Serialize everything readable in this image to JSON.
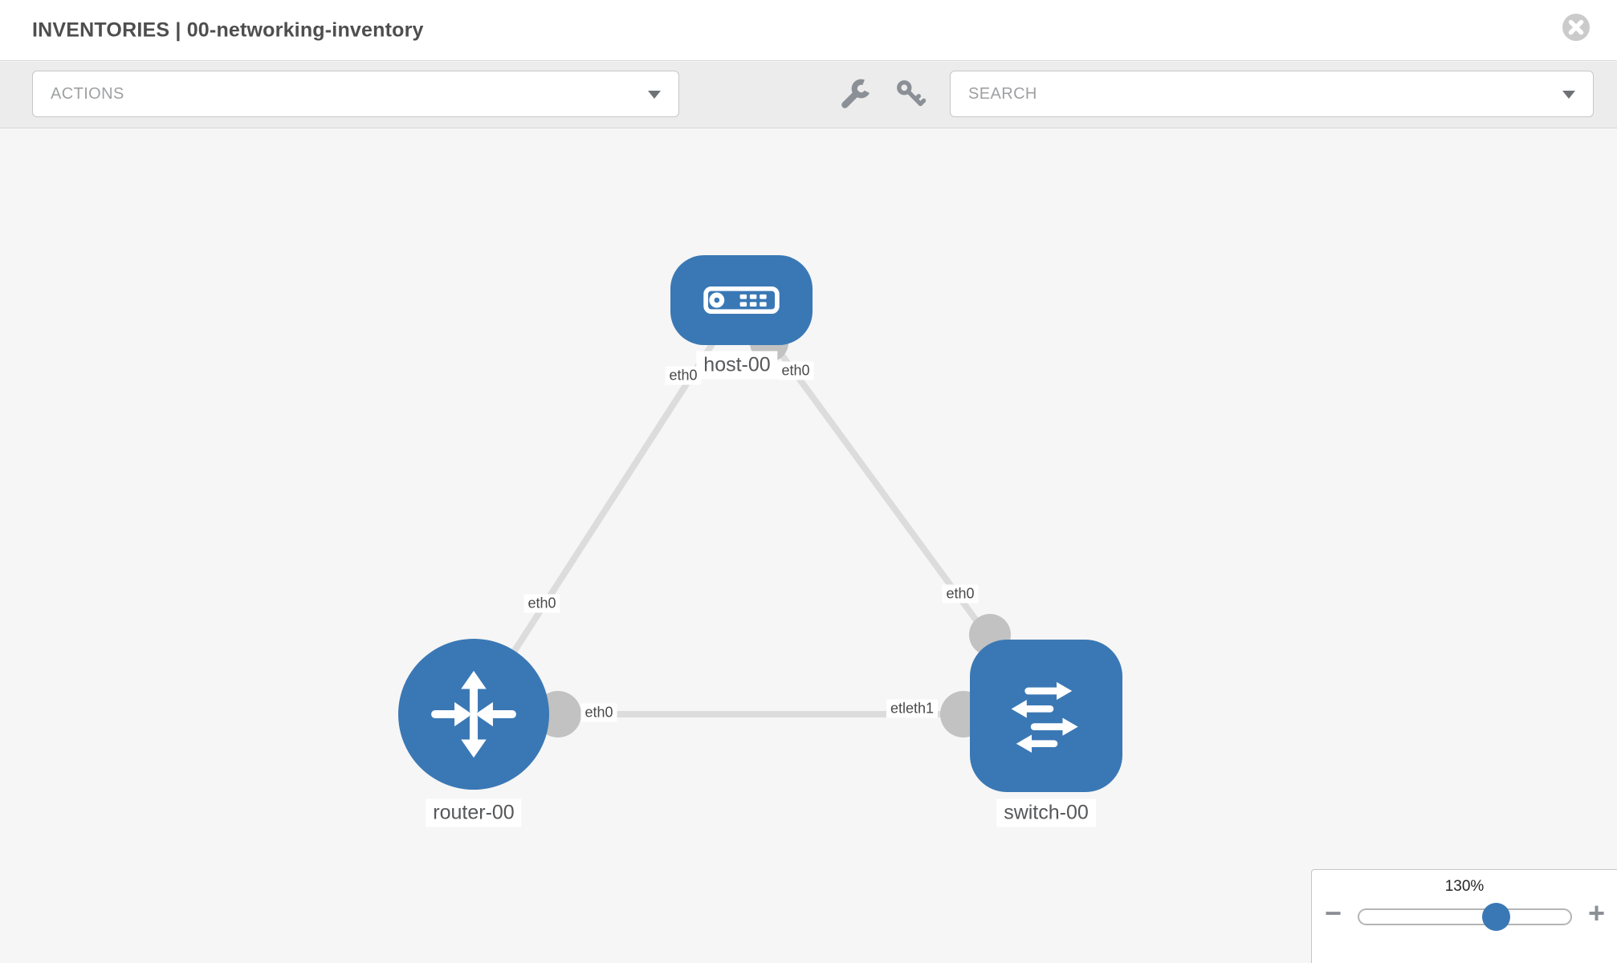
{
  "header": {
    "title": "INVENTORIES | 00-networking-inventory"
  },
  "toolbar": {
    "actions_placeholder": "ACTIONS",
    "search_placeholder": "SEARCH"
  },
  "diagram": {
    "nodes": [
      {
        "name": "host-00",
        "type": "host"
      },
      {
        "name": "router-00",
        "type": "router"
      },
      {
        "name": "switch-00",
        "type": "switch"
      }
    ],
    "links": [
      {
        "from": "host-00",
        "to": "router-00"
      },
      {
        "from": "host-00",
        "to": "switch-00"
      },
      {
        "from": "router-00",
        "to": "switch-00"
      }
    ],
    "iface": {
      "host_left": "eth0",
      "host_right": "eth0",
      "host_router_lower": "eth0",
      "host_switch_lower": "eth0",
      "router_switch_left": "eth0",
      "router_switch_right": "etleth1"
    }
  },
  "zoom": {
    "level": "130%",
    "minus_label": "−",
    "plus_label": "+"
  },
  "colors": {
    "node_blue": "#3a78b5",
    "link_gray": "#dcdcdc",
    "connector_gray": "#c2c2c2",
    "toolbar_gray": "#ececec",
    "canvas_gray": "#f6f6f6",
    "title_text": "#4e4e4e"
  }
}
